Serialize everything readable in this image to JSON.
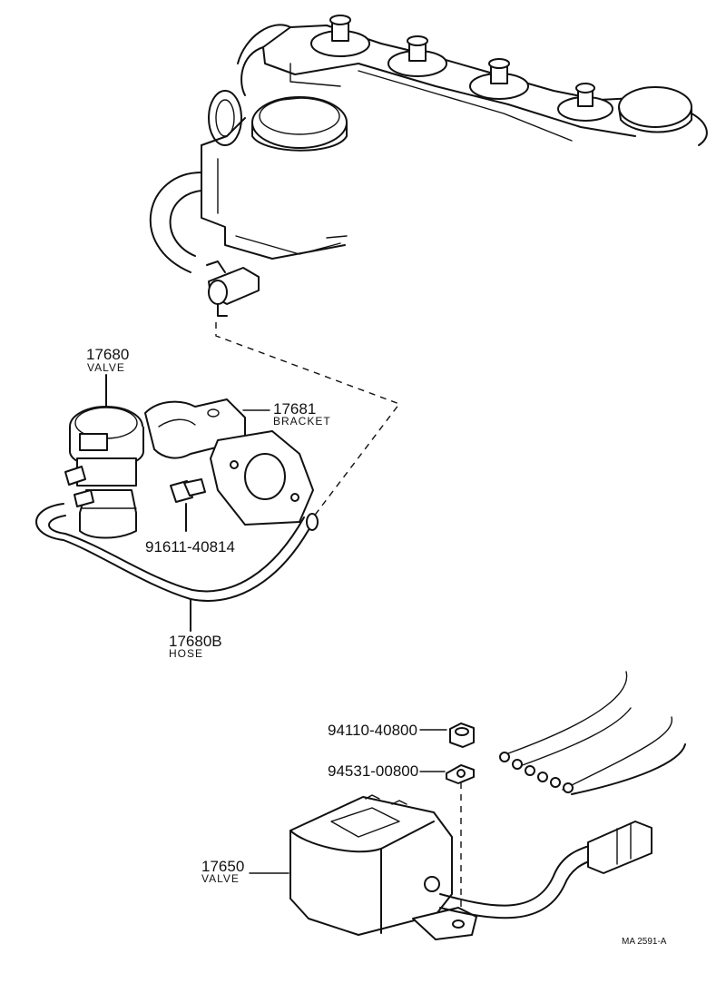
{
  "parts": {
    "valve_17680": {
      "number": "17680",
      "name": "VALVE"
    },
    "bracket_17681": {
      "number": "17681",
      "name": "BRACKET"
    },
    "bolt": {
      "number": "91611-40814"
    },
    "hose": {
      "number": "17680B",
      "name": "HOSE"
    },
    "nut": {
      "number": "94110-40800"
    },
    "washer": {
      "number": "94531-00800"
    },
    "valve_17650": {
      "number": "17650",
      "name": "VALVE"
    }
  },
  "figure_ref": "MA 2591-A"
}
